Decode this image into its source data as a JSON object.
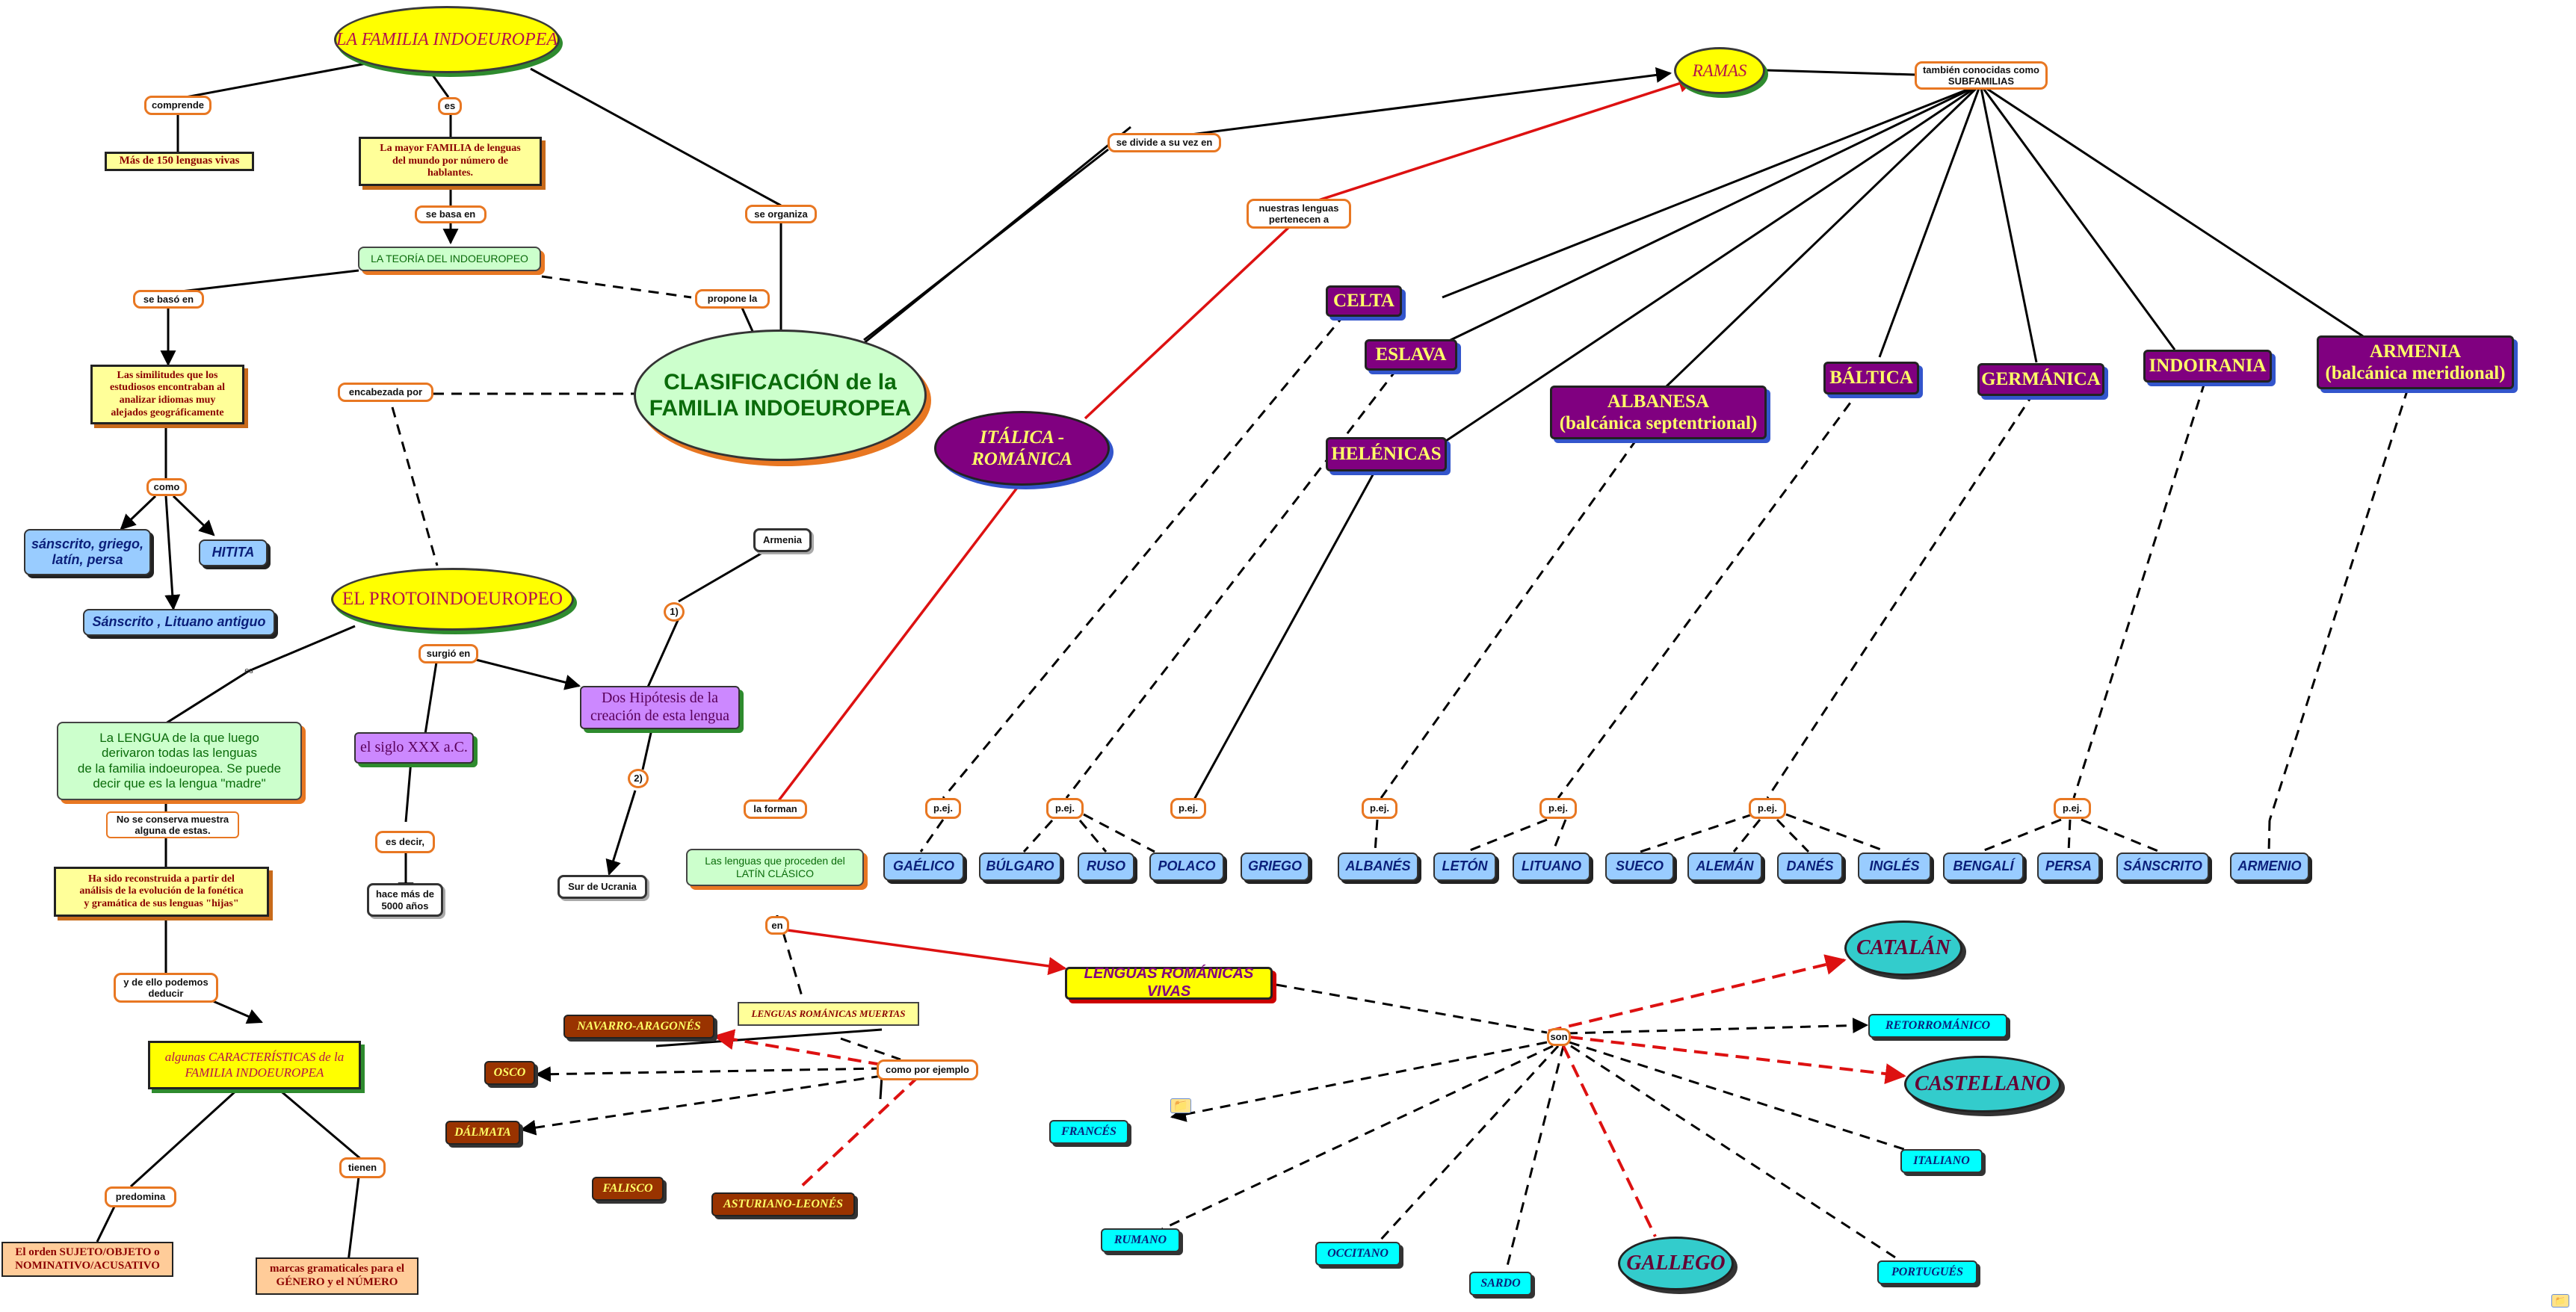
{
  "colors": {
    "link_border": "#e87722",
    "yellow": "#ffff00",
    "purple": "#800080",
    "light_green": "#ccffcc",
    "light_blue": "#99ccff",
    "cyan": "#00ffff",
    "teal": "#33cccc",
    "brown": "#993300",
    "red_link": "#dd1111"
  },
  "icons": {
    "corner": "resource-folder-icon",
    "frances": "resource-folder-icon"
  },
  "nodes": {
    "familia": "LA FAMILIA INDOEUROPEA",
    "comprende": "comprende",
    "mas150": "Más de 150 lenguas vivas",
    "es1": "es",
    "mayor": "La mayor FAMILIA de lenguas\ndel mundo por número de\nhablantes.",
    "sebasa": "se basa en",
    "teoria": "LA TEORÍA DEL INDOEUROPEO",
    "sebaso": "se basó en",
    "similitudes": "Las similitudes que los\nestudiosos encontraban al\nanalizar idiomas muy\nalejados geográficamente",
    "como1": "como",
    "sanscrito": "sánscrito, griego,\nlatín, persa",
    "hitita": "HITITA",
    "lituano_ant": "Sánscrito , Lituano antiguo",
    "propone": "propone la",
    "seorganiza": "se organiza",
    "clasificacion": "CLASIFICACIÓN de la\nFAMILIA INDOEUROPEA",
    "encabezada": "encabezada por",
    "proto": "EL PROTOINDOEUROPEO",
    "es2": "es",
    "surgio": "surgió en",
    "lengua": "La LENGUA de la que luego\nderivaron todas las lenguas\nde la familia indoeuropea. Se puede\ndecir que es la lengua \"madre\"",
    "noconserva": "No se conserva muestra\nalguna de estas.",
    "reconstruida": "Ha sido reconstruida a partir del\nanálisis de la evolución de la fonética\ny gramática de sus lenguas \"hijas\"",
    "deducir": "y de ello podemos\ndeducir",
    "caracteristicas": "algunas CARACTERÍSTICAS de la\nFAMILIA INDOEUROPEA",
    "predomina": "predomina",
    "orden": "El orden SUJETO/OBJETO o\nNOMINATIVO/ACUSATIVO",
    "tienen": "tienen",
    "marcas": "marcas gramaticales para el\nGÉNERO y el NÚMERO",
    "siglo": "el siglo XXX a.C.",
    "esdecir": "es decir,",
    "hace5000": "hace más de\n5000 años",
    "hipotesis": "Dos Hipótesis de la\ncreación de esta lengua",
    "h1": "1)",
    "armenia_h": "Armenia",
    "h2": "2)",
    "ucrania": "Sur de Ucrania",
    "italica": "ITÁLICA - ROMÁNICA",
    "forman": "la forman",
    "latin": "Las lenguas que proceden del\nLATÍN CLÁSICO",
    "en": "en",
    "muertas": "LENGUAS ROMÁNICAS MUERTAS",
    "comoej": "como por ejemplo",
    "navarro": "NAVARRO-ARAGONÉS",
    "osco": "OSCO",
    "dalmata": "DÁLMATA",
    "falisco": "FALISCO",
    "asturiano": "ASTURIANO-LEONÉS",
    "vivas": "LENGUAS ROMÁNICAS VIVAS",
    "son": "son",
    "catalan": "CATALÁN",
    "retorromanico": "RETORROMÁNICO",
    "castellano": "CASTELLANO",
    "frances": "FRANCÉS",
    "italiano": "ITALIANO",
    "rumano": "RUMANO",
    "occitano": "OCCITANO",
    "sardo": "SARDO",
    "gallego": "GALLEGO",
    "portugues": "PORTUGUÉS",
    "sedivide": "se divide a su vez en",
    "ramas": "RAMAS",
    "subfamilias": "también conocidas como\nSUBFAMILIAS",
    "pertenecen": "nuestras lenguas\npertenecen a",
    "celta": "CELTA",
    "eslava": "ESLAVA",
    "helenicas": "HELÉNICAS",
    "albanesa": "ALBANESA\n(balcánica septentrional)",
    "baltica": "BÁLTICA",
    "germanica": "GERMÁNICA",
    "indoirania": "INDOIRANIA",
    "armenia_r": "ARMENIA\n(balcánica meridional)",
    "pej1": "p.ej.",
    "pej2": "p.ej.",
    "pej3": "p.ej.",
    "pej4": "p.ej.",
    "pej5": "p.ej.",
    "pej6": "p.ej.",
    "pej7": "p.ej.",
    "gaelico": "GAÉLICO",
    "bulgaro": "BÚLGARO",
    "ruso": "RUSO",
    "polaco": "POLACO",
    "griego": "GRIEGO",
    "albanes": "ALBANÉS",
    "leton": "LETÓN",
    "lituano": "LITUANO",
    "sueco": "SUECO",
    "aleman": "ALEMÁN",
    "danes": "DANÉS",
    "ingles": "INGLÉS",
    "bengali": "BENGALÍ",
    "persa": "PERSA",
    "sanscrito2": "SÁNSCRITO",
    "armenio": "ARMENIO"
  }
}
